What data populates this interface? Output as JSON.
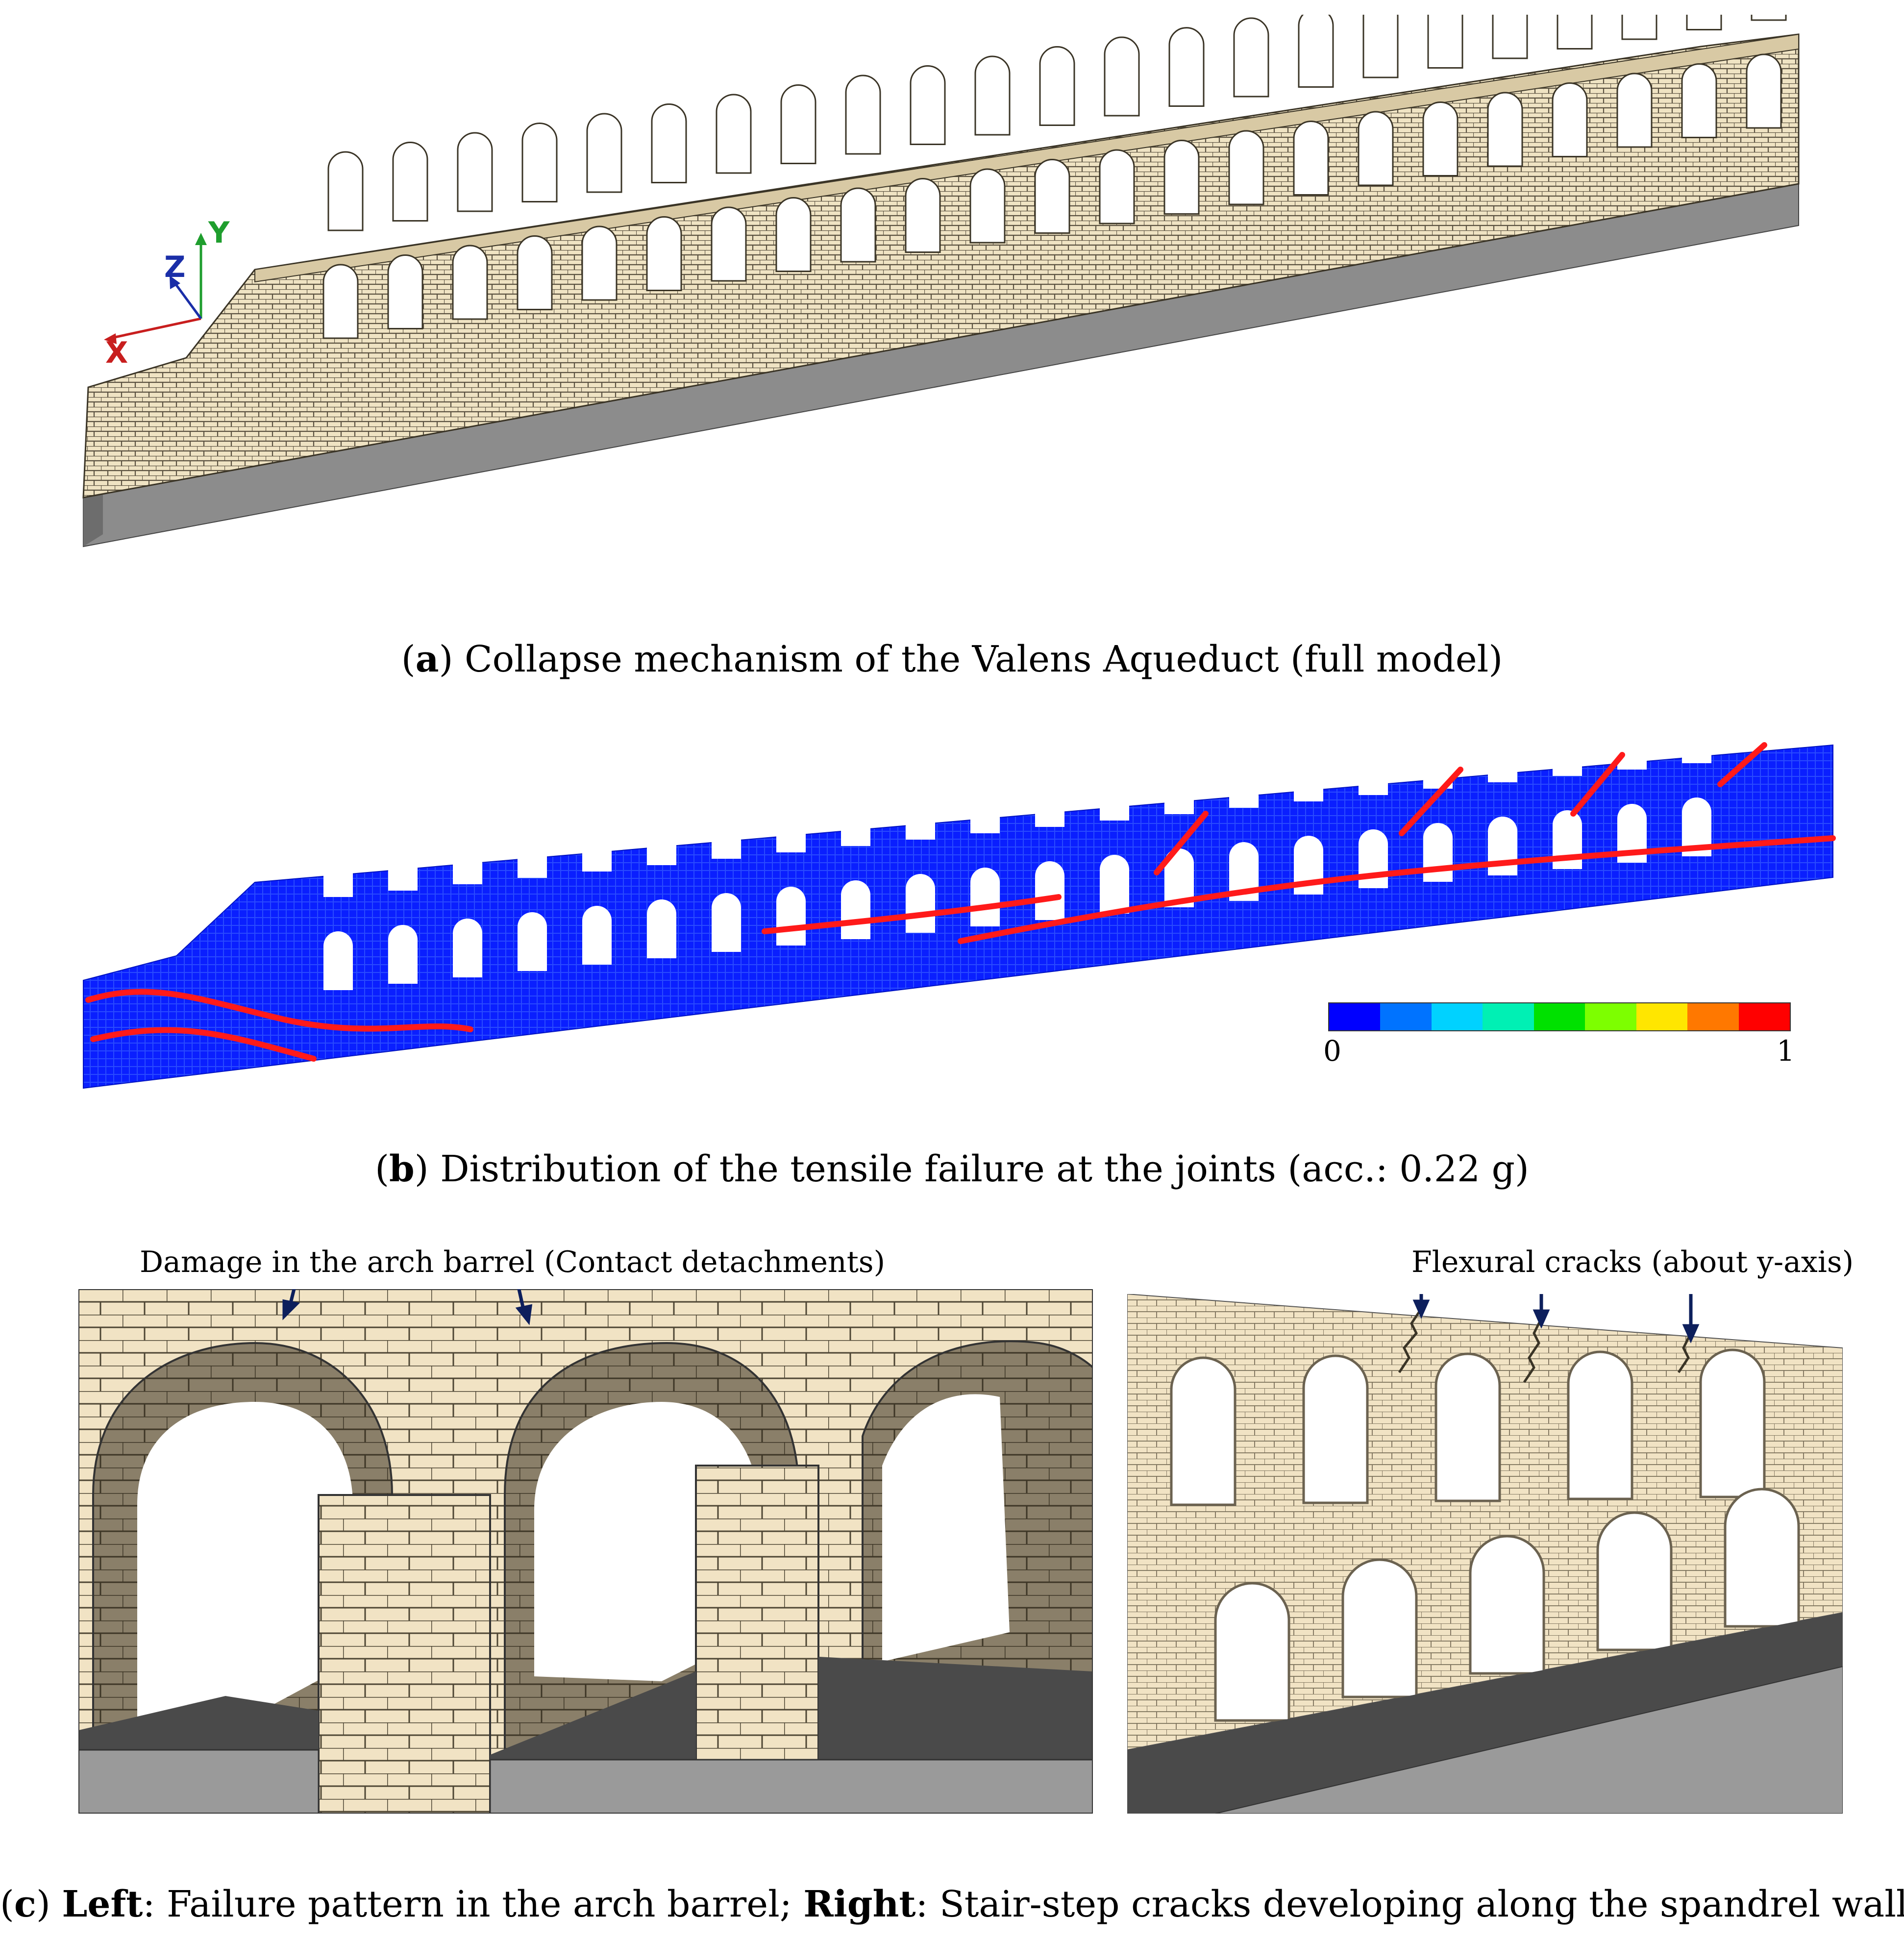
{
  "panel_a": {
    "caption_letter": "a",
    "caption_text": "Collapse mechanism of the Valens Aqueduct (full model)",
    "axes": {
      "x": "X",
      "y": "Y",
      "z": "Z"
    },
    "colors": {
      "masonry": "#efe3c3",
      "mortar": "#5a5140",
      "base": "#8c8c8c",
      "axis_x": "#c81e1e",
      "axis_y": "#1f9e2e",
      "axis_z": "#1a2ea8"
    }
  },
  "panel_b": {
    "caption_letter": "b",
    "caption_text": "Distribution of the tensile failure at the joints (acc.: 0.22 g)",
    "colorbar": {
      "min_label": "0",
      "max_label": "1",
      "colors": [
        "#0000ff",
        "#0073ff",
        "#00d2ff",
        "#00f0b4",
        "#00e100",
        "#7dff00",
        "#ffe600",
        "#ff7800",
        "#ff0000"
      ]
    },
    "colors": {
      "body": "#0a1fff",
      "failure": "#ff1a1a"
    }
  },
  "panel_c": {
    "caption_letter": "c",
    "left_label": "Left",
    "left_text": ": Failure pattern in the arch barrel; ",
    "right_label": "Right",
    "right_text": ": Stair-step cracks developing along the spandrel walls.",
    "left_callout": "Damage in the arch barrel (Contact detachments)",
    "right_callout": "Flexural cracks (about y-axis)",
    "colors": {
      "masonry": "#f1e3c4",
      "shadow": "#7c7260",
      "ground": "#4a4a4a",
      "ground_front": "#9a9a9a",
      "arrow": "#0d1f5c"
    }
  }
}
